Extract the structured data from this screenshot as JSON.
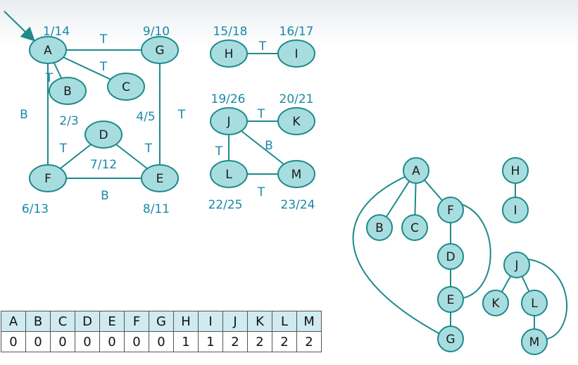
{
  "graph": {
    "nodes": [
      {
        "id": "A",
        "label": "A",
        "time": "1/14"
      },
      {
        "id": "B",
        "label": "B",
        "time": "2/3"
      },
      {
        "id": "C",
        "label": "C",
        "time": "4/5"
      },
      {
        "id": "D",
        "label": "D",
        "time": "7/12"
      },
      {
        "id": "E",
        "label": "E",
        "time": "8/11"
      },
      {
        "id": "F",
        "label": "F",
        "time": "6/13"
      },
      {
        "id": "G",
        "label": "G",
        "time": "9/10"
      },
      {
        "id": "H",
        "label": "H",
        "time": "15/18"
      },
      {
        "id": "I",
        "label": "I",
        "time": "16/17"
      },
      {
        "id": "J",
        "label": "J",
        "time": "19/26"
      },
      {
        "id": "K",
        "label": "K",
        "time": "20/21"
      },
      {
        "id": "L",
        "label": "L",
        "time": "22/25"
      },
      {
        "id": "M",
        "label": "M",
        "time": "23/24"
      }
    ],
    "edges": [
      {
        "from": "A",
        "to": "G",
        "type": "T"
      },
      {
        "from": "A",
        "to": "C",
        "type": "T"
      },
      {
        "from": "A",
        "to": "B",
        "type": "T"
      },
      {
        "from": "A",
        "to": "F",
        "type": "B"
      },
      {
        "from": "G",
        "to": "E",
        "type": "T"
      },
      {
        "from": "D",
        "to": "F",
        "type": "T"
      },
      {
        "from": "D",
        "to": "E",
        "type": "T"
      },
      {
        "from": "F",
        "to": "E",
        "type": "B"
      },
      {
        "from": "H",
        "to": "I",
        "type": "T"
      },
      {
        "from": "J",
        "to": "K",
        "type": "T"
      },
      {
        "from": "J",
        "to": "L",
        "type": "T"
      },
      {
        "from": "J",
        "to": "M",
        "type": "B"
      },
      {
        "from": "L",
        "to": "M",
        "type": "T"
      }
    ]
  },
  "forest": {
    "nodes": [
      "A",
      "B",
      "C",
      "F",
      "D",
      "E",
      "G",
      "H",
      "I",
      "J",
      "K",
      "L",
      "M"
    ],
    "tree_edges": [
      [
        "A",
        "B"
      ],
      [
        "A",
        "C"
      ],
      [
        "A",
        "F"
      ],
      [
        "F",
        "D"
      ],
      [
        "D",
        "E"
      ],
      [
        "E",
        "G"
      ],
      [
        "H",
        "I"
      ],
      [
        "J",
        "K"
      ],
      [
        "J",
        "L"
      ],
      [
        "L",
        "M"
      ]
    ],
    "back_edges": [
      [
        "A",
        "G"
      ],
      [
        "F",
        "E"
      ],
      [
        "J",
        "M"
      ]
    ]
  },
  "table": {
    "headers": [
      "A",
      "B",
      "C",
      "D",
      "E",
      "F",
      "G",
      "H",
      "I",
      "J",
      "K",
      "L",
      "M"
    ],
    "values": [
      "0",
      "0",
      "0",
      "0",
      "0",
      "0",
      "0",
      "1",
      "1",
      "2",
      "2",
      "2",
      "2"
    ]
  },
  "colors": {
    "node_fill": "#a8dde0",
    "node_stroke": "#1e8a8a",
    "label_text": "#1a88a8"
  }
}
